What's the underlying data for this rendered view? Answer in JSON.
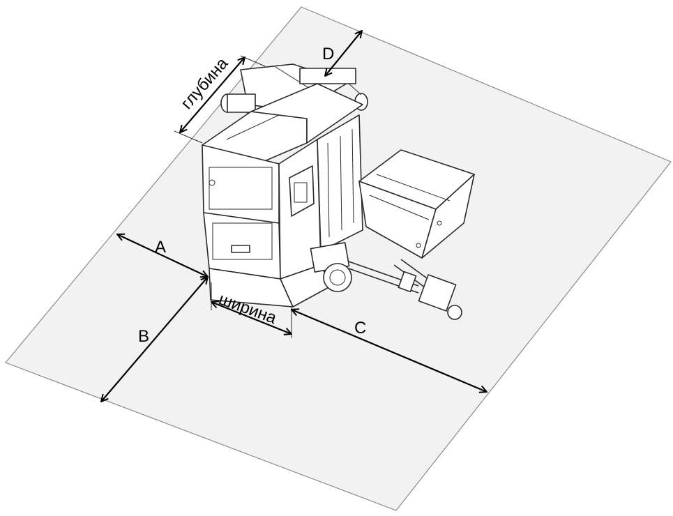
{
  "diagram": {
    "labels": {
      "depth": "глубина",
      "width": "ширина",
      "a": "A",
      "b": "B",
      "c": "C",
      "d": "D"
    },
    "colors": {
      "floor_fill": "#f2f2f2",
      "floor_stroke": "#8a8a8a",
      "equipment_fill": "#ffffff",
      "equipment_stroke": "#2a2a2a",
      "dimension_stroke": "#000000",
      "background": "#ffffff"
    }
  }
}
